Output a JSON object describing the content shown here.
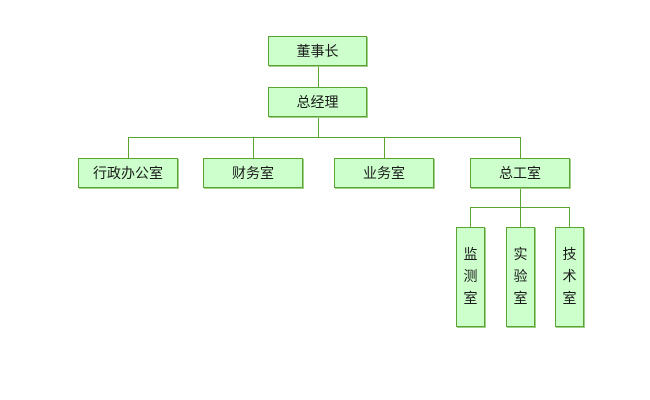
{
  "org_chart": {
    "chairman": "董事长",
    "general_manager": "总经理",
    "departments": [
      "行政办公室",
      "财务室",
      "业务室",
      "总工室"
    ],
    "chief_engineer_offices": [
      "监测室",
      "实验室",
      "技术室"
    ]
  },
  "colors": {
    "box_fill": "#ccffcc",
    "box_border": "#5aa532",
    "connector": "#5aa532"
  }
}
